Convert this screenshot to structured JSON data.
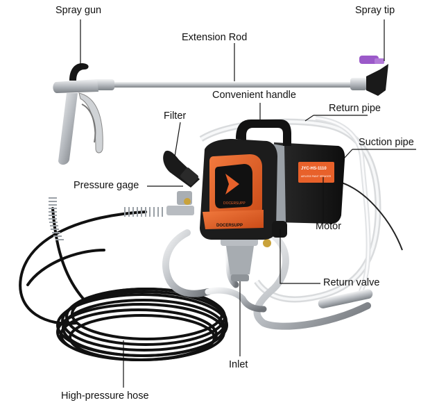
{
  "labels": {
    "spray_gun": "Spray gun",
    "spray_tip": "Spray tip",
    "extension_rod": "Extension Rod",
    "convenient_handle": "Convenient handle",
    "return_pipe": "Return pipe",
    "filter": "Filter",
    "suction_pipe": "Suction pipe",
    "pressure_gage": "Pressure gage",
    "motor": "Motor",
    "return_valve": "Return valve",
    "inlet": "Inlet",
    "high_pressure_hose": "High-pressure hose"
  },
  "machine": {
    "brand_text": "DOCERSUPP",
    "brand_small": "DOCERSUPP",
    "model_plate": "JYC-HS-1110",
    "plate_subtext": "AIRLESS PAINT SPRAYER"
  },
  "colors": {
    "body_orange": "#e8612a",
    "body_black": "#1b1b1b",
    "body_grey": "#9aa0a6",
    "metal": "#c9ccd0",
    "hose_black": "#111111",
    "tip_purple": "#9b59c9"
  }
}
